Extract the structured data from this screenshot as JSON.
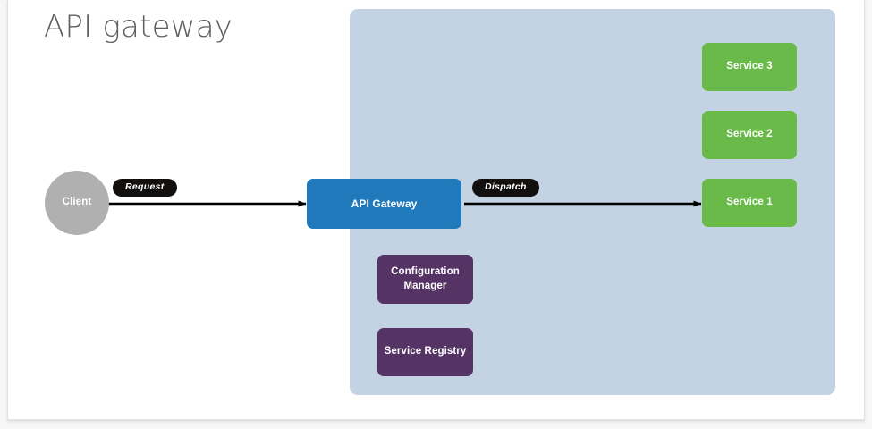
{
  "diagram": {
    "title": "API gateway",
    "colors": {
      "container": "#c3d3e4",
      "client": "#b0b0b0",
      "gateway": "#2079bb",
      "service": "#6aba49",
      "internal": "#553364",
      "edge": "#000000",
      "label_pill": "#12100f",
      "title_text": "#5e5e5e",
      "canvas": "#ffffff"
    },
    "nodes": {
      "client": "Client",
      "gateway": "API Gateway",
      "service_3": "Service 3",
      "service_2": "Service 2",
      "service_1": "Service 1",
      "configuration_manager": "Configuration\nManager",
      "configuration_manager_line1": "Configuration",
      "configuration_manager_line2": "Manager",
      "service_registry": "Service Registry"
    },
    "edges": [
      {
        "from": "Client",
        "to": "API Gateway",
        "label": "Request"
      },
      {
        "from": "API Gateway",
        "to": "Service 1",
        "label": "Dispatch"
      }
    ],
    "edge_labels": {
      "request": "Request",
      "dispatch": "Dispatch"
    }
  }
}
